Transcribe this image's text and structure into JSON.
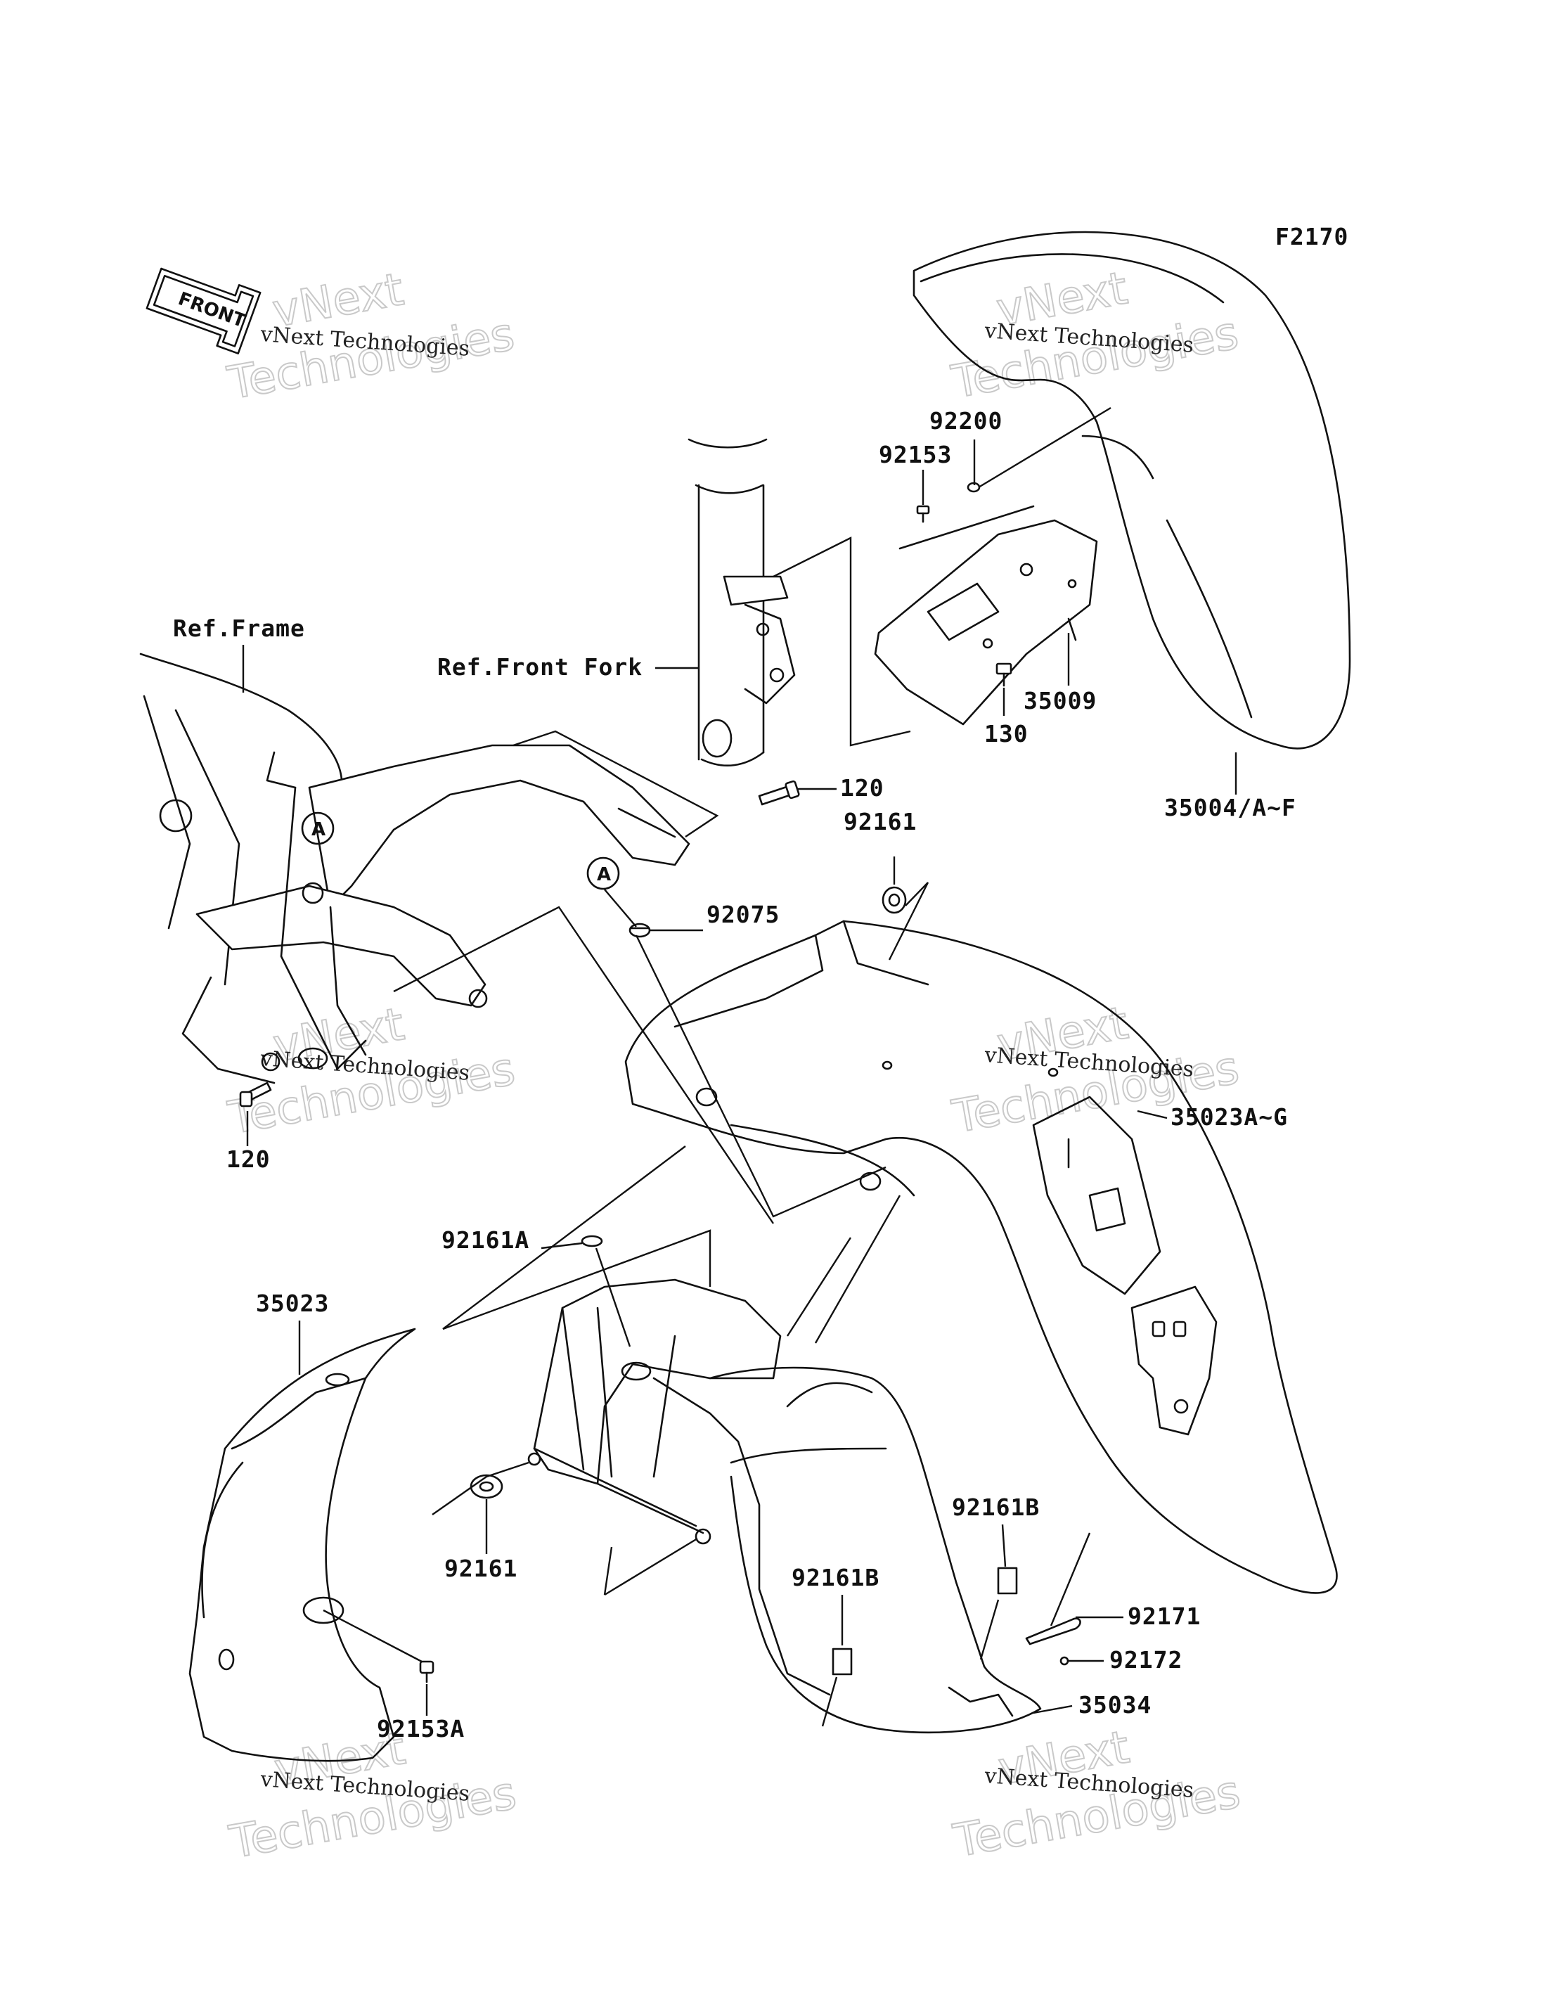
{
  "figure_code": "F2170",
  "front_indicator": "FRONT",
  "watermark": {
    "line1": "vNext",
    "line2": "Technologies",
    "caption": "vNext Technologies"
  },
  "references": {
    "frame": "Ref.Frame",
    "front_fork": "Ref.Front Fork"
  },
  "connector_letter": "A",
  "part_labels": {
    "p92200": "92200",
    "p92153": "92153",
    "p35009": "35009",
    "p130": "130",
    "p35004": "35004/A~F",
    "p120_top": "120",
    "p92161_top": "92161",
    "p92075": "92075",
    "p35023AG": "35023A~G",
    "p120_left": "120",
    "p92161A": "92161A",
    "p35023": "35023",
    "p92161_bottom": "92161",
    "p92161B_right": "92161B",
    "p92161B_left": "92161B",
    "p92171": "92171",
    "p92172": "92172",
    "p35034": "35034",
    "p92153A": "92153A"
  },
  "icons": [
    "front-arrow-icon"
  ]
}
